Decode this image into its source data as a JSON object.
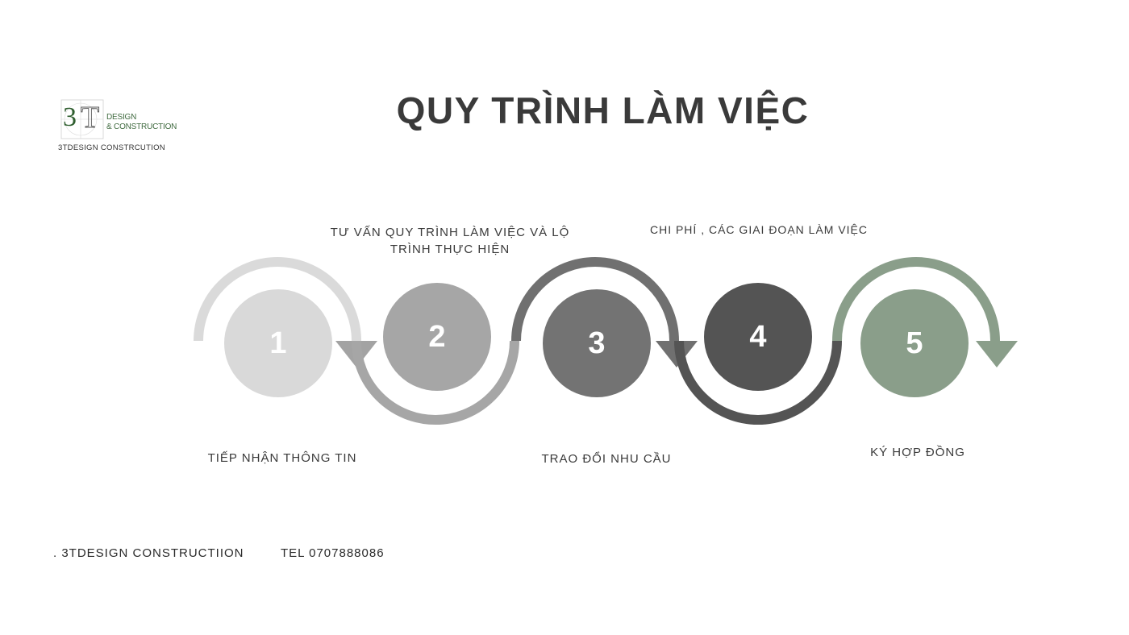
{
  "logo": {
    "mark": "3T",
    "line1": "DESIGN",
    "line2": "& CONSTRUCTION",
    "caption": "3TDESIGN CONSTRCUTION"
  },
  "title": "QUY TRÌNH LÀM VIỆC",
  "steps": [
    {
      "number": "1",
      "label": "TIẾP NHẬN THÔNG TIN",
      "color": "#d9d9d9"
    },
    {
      "number": "2",
      "label": "TƯ VẤN QUY TRÌNH LÀM VIỆC VÀ LỘ TRÌNH THỰC HIỆN",
      "color": "#a6a6a6"
    },
    {
      "number": "3",
      "label": "TRAO ĐỔI NHU CẦU",
      "color": "#737373"
    },
    {
      "number": "4",
      "label": "CHI PHÍ , CÁC GIAI ĐOẠN LÀM VIỆC",
      "color": "#545454"
    },
    {
      "number": "5",
      "label": "KÝ HỢP ĐỒNG",
      "color": "#8a9e8a"
    }
  ],
  "footer": {
    "company": ". 3TDESIGN CONSTRUCTIION",
    "tel": "TEL 0707888086"
  }
}
